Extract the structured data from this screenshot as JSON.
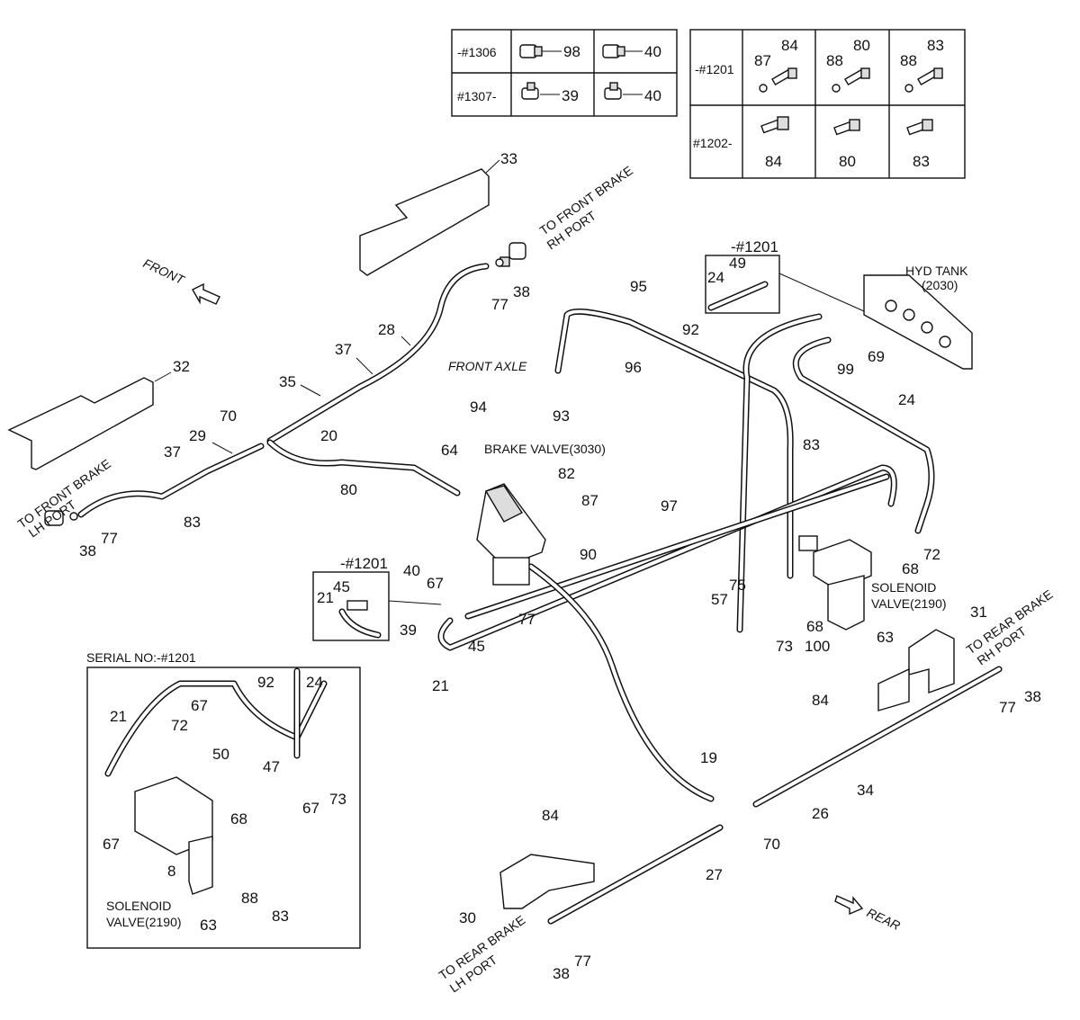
{
  "callouts": [
    "98",
    "40",
    "39",
    "40",
    "87",
    "84",
    "88",
    "80",
    "88",
    "83",
    "84",
    "80",
    "83",
    "33",
    "38",
    "77",
    "28",
    "37",
    "35",
    "32",
    "29",
    "37",
    "70",
    "20",
    "64",
    "80",
    "83",
    "38",
    "77",
    "24",
    "49",
    "95",
    "92",
    "96",
    "94",
    "93",
    "82",
    "87",
    "90",
    "97",
    "83",
    "99",
    "69",
    "24",
    "72",
    "68",
    "75",
    "57",
    "73",
    "68",
    "100",
    "63",
    "31",
    "84",
    "77",
    "38",
    "40",
    "67",
    "45",
    "21",
    "39",
    "45",
    "77",
    "21",
    "19",
    "26",
    "34",
    "70",
    "27",
    "84",
    "30",
    "77",
    "38",
    "21",
    "67",
    "72",
    "92",
    "24",
    "50",
    "47",
    "73",
    "67",
    "68",
    "67",
    "8",
    "88",
    "83",
    "63"
  ],
  "notes": {
    "front_brake_rh": [
      "TO FRONT BRAKE",
      "RH PORT"
    ],
    "front_brake_lh": [
      "TO FRONT BRAKE",
      "LH PORT"
    ],
    "rear_brake_rh": [
      "TO REAR BRAKE",
      "RH PORT"
    ],
    "rear_brake_lh": [
      "TO REAR BRAKE",
      "LH PORT"
    ],
    "front": "FRONT",
    "rear": "REAR",
    "front_axle": "FRONT AXLE",
    "brake_valve": "BRAKE VALVE(3030)",
    "hyd_tank_1": "HYD TANK",
    "hyd_tank_2": "(2030)",
    "solenoid_1": "SOLENOID",
    "solenoid_2": "VALVE(2190)",
    "serial_box_title": "SERIAL NO:-#1201",
    "detail_1201_a": "-#1201",
    "detail_1201_b": "-#1201",
    "solenoid_inset_1": "SOLENOID",
    "solenoid_inset_2": "VALVE(2190)"
  },
  "table1": {
    "row1_serial": "-#1306",
    "row2_serial": "#1307-"
  },
  "table2": {
    "row1_serial": "-#1201",
    "row2_serial": "#1202-"
  }
}
